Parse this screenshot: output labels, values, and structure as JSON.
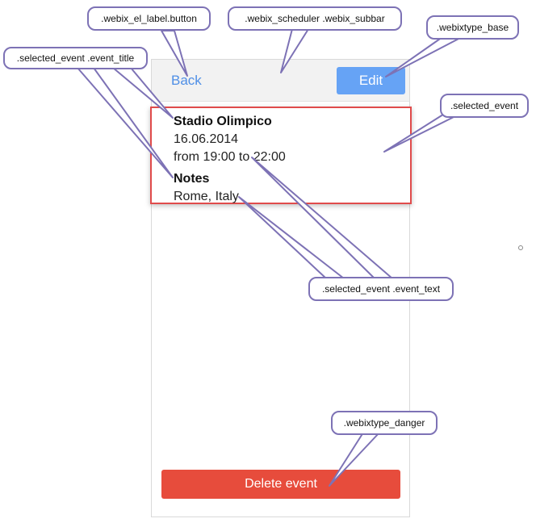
{
  "subbar": {
    "back_label": "Back",
    "edit_label": "Edit"
  },
  "selected_event": {
    "title": "Stadio Olimpico",
    "date": "16.06.2014",
    "time": "from 19:00 to 22:00",
    "notes_title": "Notes",
    "notes_text": "Rome, Italy"
  },
  "delete_label": "Delete event",
  "callouts": {
    "label_button": ".webix_el_label.button",
    "scheduler_subbar": ".webix_scheduler .webix_subbar",
    "type_base": ".webixtype_base",
    "event_title": ".selected_event .event_title",
    "selected_event": ".selected_event",
    "event_text": ".selected_event .event_text",
    "type_danger": ".webixtype_danger"
  },
  "colors": {
    "callout_border": "#7d72b5",
    "edit_button": "#66a3f5",
    "delete_button": "#e74c3c",
    "highlight_border": "#e04b4b",
    "link": "#4f8fe6"
  }
}
